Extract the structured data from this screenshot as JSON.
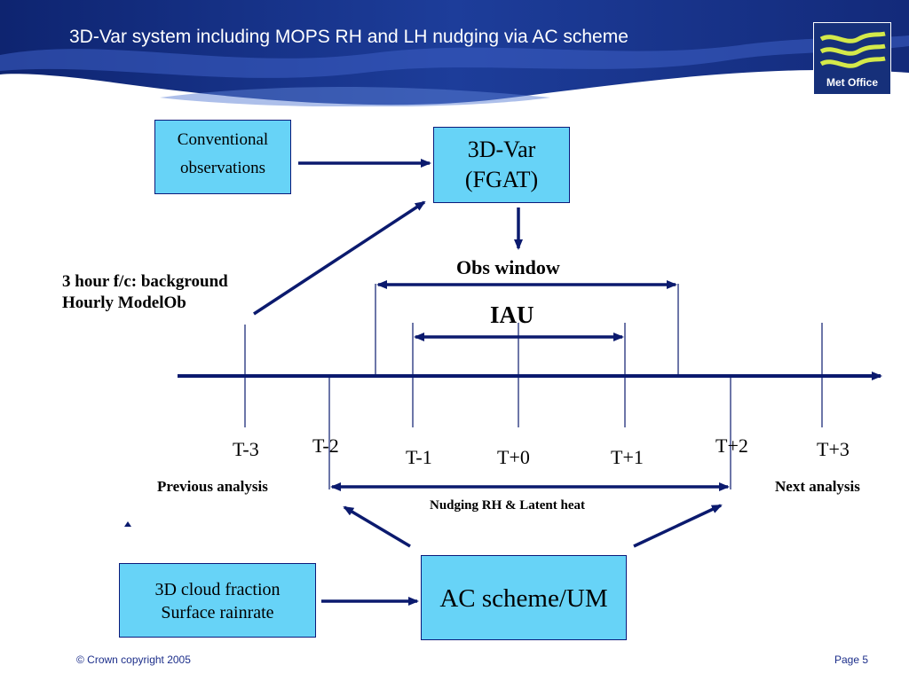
{
  "header": {
    "title": "3D-Var system including MOPS RH and LH nudging via AC scheme",
    "logo_text": "Met Office"
  },
  "boxes": {
    "conventional_line1": "Conventional",
    "conventional_line2": "observations",
    "var_line1": "3D-Var",
    "var_line2": "(FGAT)",
    "cloud_line1": "3D cloud fraction",
    "cloud_line2": "Surface rainrate",
    "ac_scheme": "AC scheme/UM"
  },
  "labels": {
    "background_line1": "3 hour f/c: background",
    "background_line2": "Hourly ModelOb",
    "obs_window": "Obs window",
    "iau": "IAU",
    "previous_analysis": "Previous analysis",
    "next_analysis": "Next analysis",
    "nudging": "Nudging RH & Latent heat"
  },
  "ticks": [
    "T-3",
    "T-2",
    "T-1",
    "T+0",
    "T+1",
    "T+2",
    "T+3"
  ],
  "footer": {
    "copyright": "© Crown copyright 2005",
    "page": "Page 5"
  },
  "colors": {
    "header_blue": "#16307a",
    "box_fill": "#67d3f7",
    "arrow_navy": "#0b1a6e"
  }
}
